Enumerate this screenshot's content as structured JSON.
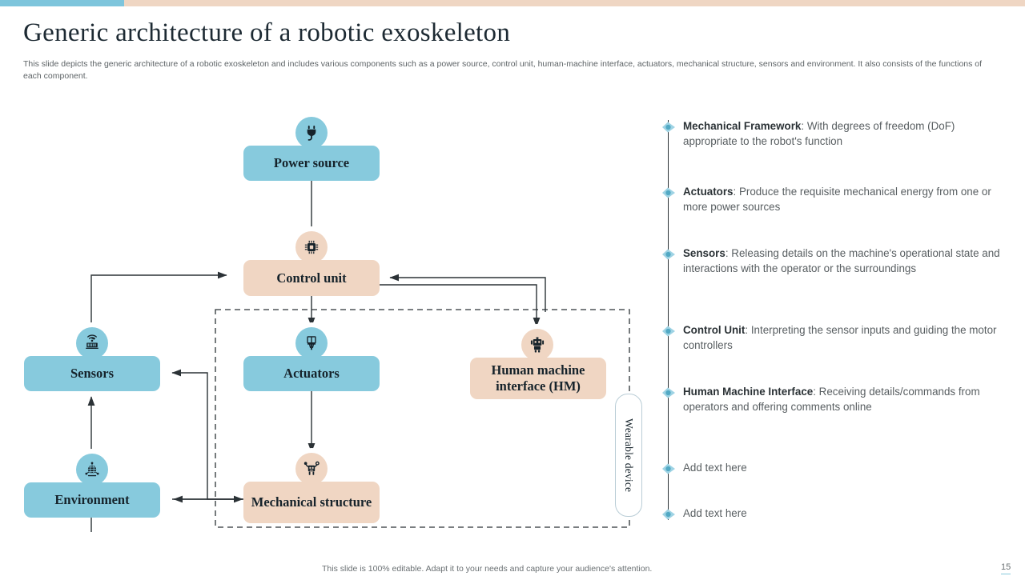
{
  "theme": {
    "accent_blue": "#87cadd",
    "accent_peach": "#f0d6c3",
    "text_dark": "#16232b",
    "text_body": "#585e61"
  },
  "header": {
    "title": "Generic architecture of a robotic exoskeleton",
    "subtitle": "This slide depicts the generic architecture of a robotic exoskeleton and includes various components such as a power source, control unit, human-machine interface, actuators, mechanical structure, sensors and environment. It also consists of the functions of each component."
  },
  "diagram": {
    "group_label": "Wearable device",
    "nodes": [
      {
        "id": "power-source",
        "label": "Power source",
        "color": "blue",
        "icon": "power-plug-icon"
      },
      {
        "id": "control-unit",
        "label": "Control unit",
        "color": "peach",
        "icon": "cpu-chip-icon"
      },
      {
        "id": "sensors",
        "label": "Sensors",
        "color": "blue",
        "icon": "wireless-sensor-icon"
      },
      {
        "id": "actuators",
        "label": "Actuators",
        "color": "blue",
        "icon": "actuator-piston-icon"
      },
      {
        "id": "human-machine-interface",
        "label": "Human machine interface (HM)",
        "color": "peach",
        "icon": "robot-head-icon"
      },
      {
        "id": "environment",
        "label": "Environment",
        "color": "blue",
        "icon": "globe-network-icon"
      },
      {
        "id": "mechanical-structure",
        "label": "Mechanical structure",
        "color": "peach",
        "icon": "robot-arms-icon"
      }
    ]
  },
  "bullets": [
    {
      "title": "Mechanical Framework",
      "sep": ": ",
      "body": "With degrees of freedom (DoF) appropriate to the robot's function"
    },
    {
      "title": "Actuators",
      "sep": ": ",
      "body": "Produce the requisite mechanical energy from one or more power sources"
    },
    {
      "title": "Sensors",
      "sep": ": ",
      "body": "Releasing details on the machine's operational state and interactions with the operator or the surroundings"
    },
    {
      "title": "Control Unit",
      "sep": ": ",
      "body": "Interpreting the sensor inputs and guiding the motor controllers"
    },
    {
      "title": "Human Machine Interface",
      "sep": ": ",
      "body": "Receiving details/commands from operators and offering comments online"
    },
    {
      "title": "",
      "sep": "",
      "body": "Add text here"
    },
    {
      "title": "",
      "sep": "",
      "body": "Add text here"
    }
  ],
  "footer": {
    "note": "This slide is 100% editable. Adapt it to your needs and capture your audience's attention.",
    "page_number": "15"
  }
}
